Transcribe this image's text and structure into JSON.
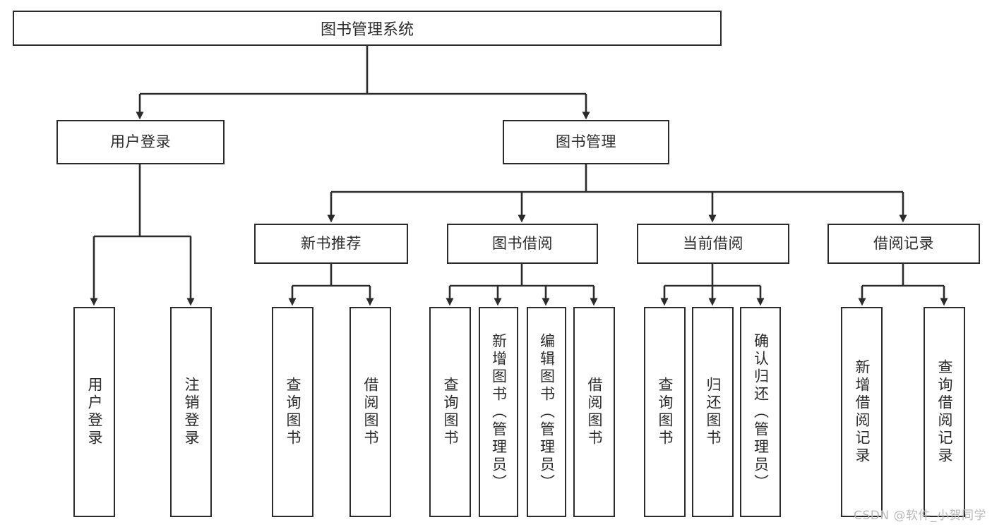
{
  "diagram": {
    "title": "图书管理系统",
    "type": "tree",
    "root": {
      "label": "图书管理系统"
    },
    "level2": [
      {
        "label": "用户登录"
      },
      {
        "label": "图书管理"
      }
    ],
    "level3": [
      {
        "label": "新书推荐"
      },
      {
        "label": "图书借阅"
      },
      {
        "label": "当前借阅"
      },
      {
        "label": "借阅记录"
      }
    ],
    "leaves": {
      "user_login": [
        {
          "label": "用户登录"
        },
        {
          "label": "注销登录"
        }
      ],
      "new_book_recommend": [
        {
          "label": "查询图书"
        },
        {
          "label": "借阅图书"
        }
      ],
      "book_borrow": [
        {
          "label": "查询图书"
        },
        {
          "label": "新增图书（管理员）"
        },
        {
          "label": "编辑图书（管理员）"
        },
        {
          "label": "借阅图书"
        }
      ],
      "current_borrow": [
        {
          "label": "查询图书"
        },
        {
          "label": "归还图书"
        },
        {
          "label": "确认归还（管理员）"
        }
      ],
      "borrow_record": [
        {
          "label": "新增借阅记录"
        },
        {
          "label": "查询借阅记录"
        }
      ]
    }
  },
  "watermark": {
    "text": "CSDN @软件_小贺同学"
  },
  "colors": {
    "stroke": "#2b2b2b",
    "background": "#ffffff",
    "watermark": "#b9b9b9"
  }
}
